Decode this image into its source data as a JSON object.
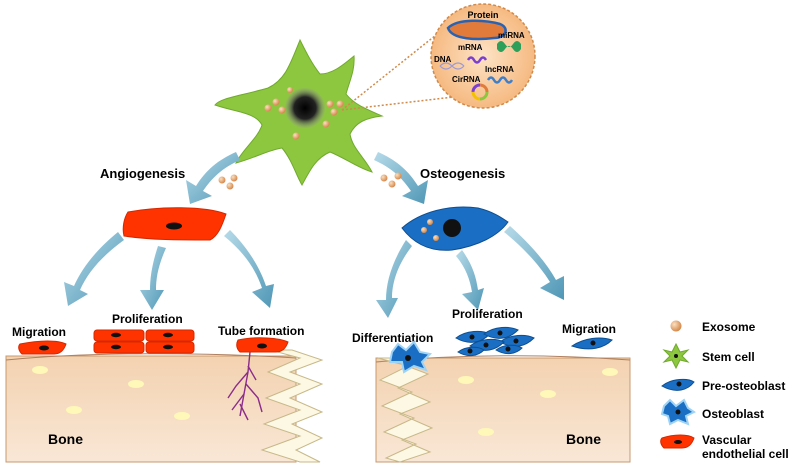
{
  "cargo": {
    "protein": "Protein",
    "mirna": "miRNA",
    "mrna": "mRNA",
    "dna": "DNA",
    "lncrna": "lncRNA",
    "circrna": "CirRNA"
  },
  "processes": {
    "angiogenesis": "Angiogenesis",
    "osteogenesis": "Osteogenesis"
  },
  "angio_outcomes": {
    "migration": "Migration",
    "proliferation": "Proliferation",
    "tube_formation": "Tube formation"
  },
  "osteo_outcomes": {
    "differentiation": "Differentiation",
    "proliferation": "Proliferation",
    "migration": "Migration"
  },
  "bone_label": "Bone",
  "legend": {
    "exosome": "Exosome",
    "stem_cell": "Stem cell",
    "pre_osteoblast": "Pre-osteoblast",
    "osteoblast": "Osteoblast",
    "vascular_line1": "Vascular",
    "vascular_line2": "endothelial cell"
  },
  "colors": {
    "stem_cell": "#8dc63f",
    "endothelial": "#ff3300",
    "pre_osteoblast": "#1a6fc4",
    "exosome": "#e8a868",
    "arrow": "#7fb8cf",
    "bone": "#f6dcc0",
    "cargo_bg": "#f9c99a"
  }
}
